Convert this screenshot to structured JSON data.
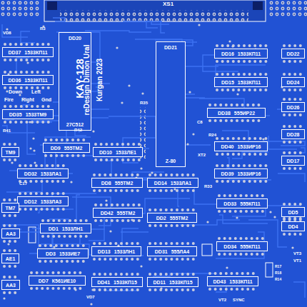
{
  "diagram": {
    "nodes": [
      {
        "text": [
          "DD37",
          "1533КП11"
        ]
      },
      {
        "text": [
          "DD36",
          "1533КП11"
        ]
      },
      {
        "text": [
          "DD35",
          "1533ТМ9"
        ]
      },
      {
        "text": [
          "DD20",
          "27С512"
        ]
      },
      {
        "text": [
          "DD21",
          "Z-80"
        ]
      },
      {
        "text": [
          "DD16",
          "1533КП11"
        ]
      },
      {
        "text": [
          "DD15",
          "1533КП11"
        ]
      },
      {
        "text": [
          "DD38",
          "555ИР22"
        ]
      },
      {
        "text": [
          "DD40",
          "1533ИР16"
        ]
      },
      {
        "text": [
          "DD39",
          "1533ИР16"
        ]
      },
      {
        "text": [
          "DD33",
          "555КП11"
        ]
      },
      {
        "text": [
          "DD34",
          "555КП11"
        ]
      },
      {
        "text": [
          "DD43",
          "1533КП11"
        ]
      },
      {
        "text": [
          "DD22"
        ]
      },
      {
        "text": [
          "DD24"
        ]
      },
      {
        "text": [
          "DD26"
        ]
      },
      {
        "text": [
          "DD28"
        ]
      },
      {
        "text": [
          "DD17"
        ]
      },
      {
        "text": [
          "DD5"
        ]
      },
      {
        "text": [
          "DD4"
        ]
      },
      {
        "text": [
          "DD9",
          "555ТМ2"
        ]
      },
      {
        "text": [
          "DD10",
          "1533ЛЕ1"
        ]
      },
      {
        "text": [
          "DD32",
          "1533ЛА1"
        ]
      },
      {
        "text": [
          "DD8",
          "555ТМ2"
        ]
      },
      {
        "text": [
          "DD14",
          "1533ЛА1"
        ]
      },
      {
        "text": [
          "DD12",
          "1533ЛА3"
        ]
      },
      {
        "text": [
          "DD42",
          "555ТМ2"
        ]
      },
      {
        "text": [
          "DD2",
          "555ТМ2"
        ]
      },
      {
        "text": [
          "DD1",
          "1533ЛН1"
        ]
      },
      {
        "text": [
          "DD3",
          "1533ИЕ7"
        ]
      },
      {
        "text": [
          "DD13",
          "1533ЛН1"
        ]
      },
      {
        "text": [
          "DD31",
          "555ЛА4"
        ]
      },
      {
        "text": [
          "DD7",
          "К561ИЕ10"
        ]
      },
      {
        "text": [
          "DD41",
          "1533КП15"
        ]
      },
      {
        "text": [
          "DD11",
          "1533КП15"
        ]
      },
      {
        "text": [
          "ТМ9"
        ]
      },
      {
        "text": [
          "ТМ7"
        ]
      },
      {
        "text": [
          "АА3"
        ]
      },
      {
        "text": [
          "АЕ1"
        ]
      },
      {
        "text": [
          "АА3"
        ]
      }
    ],
    "labels": [
      "XS1",
      "VD8",
      "R3",
      "Down",
      "Left",
      "Fire",
      "Right",
      "Gnd",
      "R41",
      "R42",
      "KAY-128",
      "reDesign Dimon Ural",
      "Kurgan 2023",
      "C8",
      "R24",
      "XT2",
      "C17",
      "VD7",
      "VT2",
      "SYNC",
      "R17",
      "R18",
      "R14",
      "VT3",
      "VT1",
      "R35",
      "R33"
    ]
  }
}
